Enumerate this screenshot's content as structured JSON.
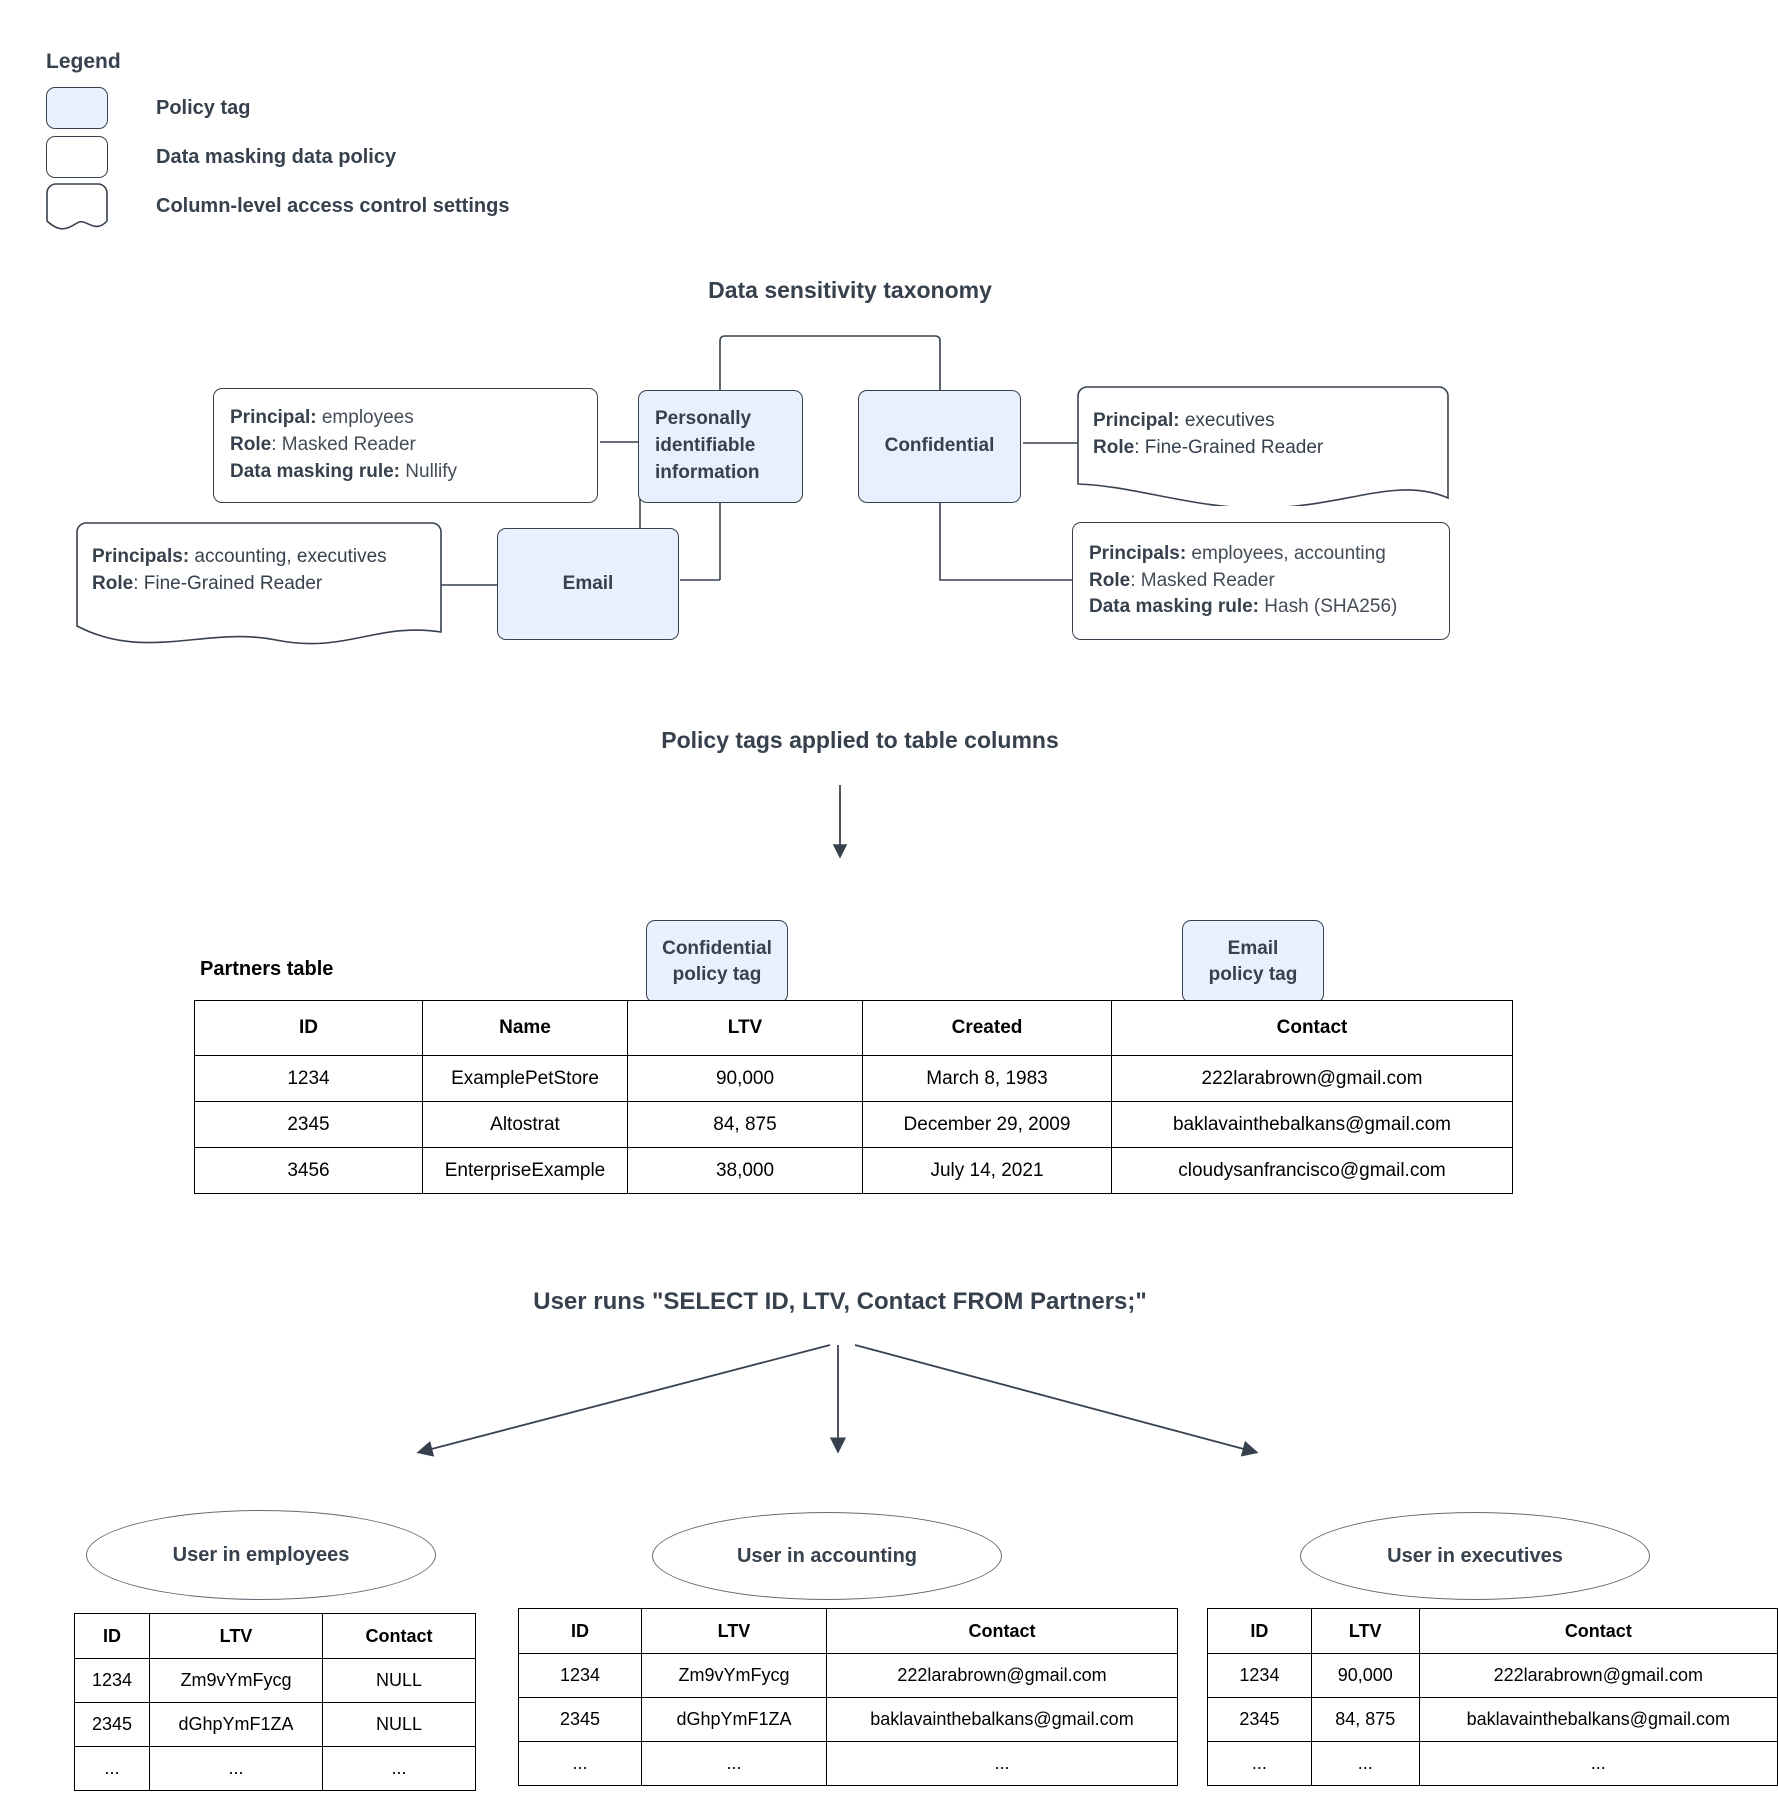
{
  "legend": {
    "title": "Legend",
    "items": [
      {
        "label": "Policy tag",
        "swatch": "policy-tag-swatch"
      },
      {
        "label": "Data masking data policy",
        "swatch": "data-masking-policy-swatch"
      },
      {
        "label": "Column-level access control settings",
        "swatch": "column-access-control-swatch"
      }
    ]
  },
  "taxonomy": {
    "title": "Data sensitivity taxonomy",
    "nodes": {
      "pii": "Personally identifiable information",
      "confidential": "Confidential",
      "email": "Email"
    },
    "policies": {
      "pii_masking": {
        "principal_label": "Principal:",
        "principal_value": " employees",
        "role_label": "Role",
        "role_value": ": Masked Reader",
        "rule_label": "Data masking rule:",
        "rule_value": " Nullify"
      },
      "email_access": {
        "principal_label": "Principals:",
        "principal_value": " accounting, executives",
        "role_label": "Role",
        "role_value": ": Fine-Grained Reader"
      },
      "confidential_access": {
        "principal_label": "Principal:",
        "principal_value": " executives",
        "role_label": "Role",
        "role_value": ": Fine-Grained Reader"
      },
      "confidential_masking": {
        "principal_label": "Principals:",
        "principal_value": " employees, accounting",
        "role_label": "Role",
        "role_value": ": Masked Reader",
        "rule_label": "Data masking rule:",
        "rule_value": " Hash (SHA256)"
      }
    }
  },
  "applied": {
    "title": "Policy tags applied to table columns",
    "table_caption": "Partners table",
    "tags": [
      {
        "line1": "Confidential",
        "line2": "policy tag"
      },
      {
        "line1": "Email",
        "line2": "policy tag"
      }
    ],
    "partners_table": {
      "columns": [
        "ID",
        "Name",
        "LTV",
        "Created",
        "Contact"
      ],
      "rows": [
        [
          "1234",
          "ExamplePetStore",
          "90,000",
          "March 8, 1983",
          "222larabrown@gmail.com"
        ],
        [
          "2345",
          "Altostrat",
          "84, 875",
          "December 29, 2009",
          "baklavainthebalkans@gmail.com"
        ],
        [
          "3456",
          "EnterpriseExample",
          "38,000",
          "July 14, 2021",
          "cloudysanfrancisco@gmail.com"
        ]
      ]
    }
  },
  "query": {
    "title": "User runs \"SELECT ID, LTV, Contact FROM Partners;\"",
    "results": [
      {
        "role_label": "User in employees",
        "columns": [
          "ID",
          "LTV",
          "Contact"
        ],
        "rows": [
          [
            "1234",
            "Zm9vYmFycg",
            "NULL"
          ],
          [
            "2345",
            "dGhpYmF1ZA",
            "NULL"
          ],
          [
            "...",
            "...",
            "..."
          ]
        ]
      },
      {
        "role_label": "User in accounting",
        "columns": [
          "ID",
          "LTV",
          "Contact"
        ],
        "rows": [
          [
            "1234",
            "Zm9vYmFycg",
            "222larabrown@gmail.com"
          ],
          [
            "2345",
            "dGhpYmF1ZA",
            "baklavainthebalkans@gmail.com"
          ],
          [
            "...",
            "...",
            "..."
          ]
        ]
      },
      {
        "role_label": "User in executives",
        "columns": [
          "ID",
          "LTV",
          "Contact"
        ],
        "rows": [
          [
            "1234",
            "90,000",
            "222larabrown@gmail.com"
          ],
          [
            "2345",
            "84, 875",
            "baklavainthebalkans@gmail.com"
          ],
          [
            "...",
            "...",
            "..."
          ]
        ]
      }
    ]
  },
  "colors": {
    "policy_tag_fill": "#e8f0fe",
    "stroke": "#37414d",
    "text": "#37414d"
  }
}
